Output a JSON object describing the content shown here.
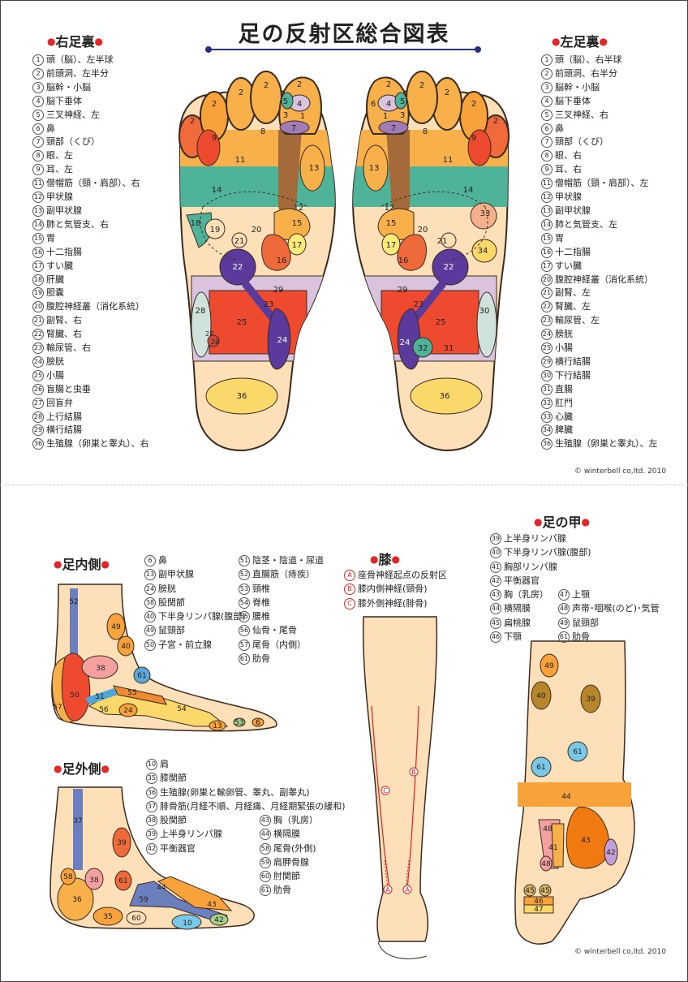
{
  "title": "足の反射区総合図表",
  "copyright": "© winterbell co,ltd. 2010",
  "sections": {
    "right_sole": "右足裏",
    "left_sole": "左足裏",
    "inner": "足内側",
    "outer": "足外側",
    "knee": "膝",
    "top": "足の甲"
  },
  "right_list": [
    {
      "n": "1",
      "t": "頭（脳）、左半球"
    },
    {
      "n": "2",
      "t": "前頭洞、左半分"
    },
    {
      "n": "3",
      "t": "脳幹・小脳"
    },
    {
      "n": "4",
      "t": "脳下垂体"
    },
    {
      "n": "5",
      "t": "三叉神経、左"
    },
    {
      "n": "6",
      "t": "鼻"
    },
    {
      "n": "7",
      "t": "頸部（くび）"
    },
    {
      "n": "8",
      "t": "眼、左"
    },
    {
      "n": "9",
      "t": "耳、左"
    },
    {
      "n": "11",
      "t": "僧帽筋（頸・肩部）、右"
    },
    {
      "n": "12",
      "t": "甲状腺"
    },
    {
      "n": "13",
      "t": "副甲状腺"
    },
    {
      "n": "14",
      "t": "肺と気管支、右"
    },
    {
      "n": "15",
      "t": "胃"
    },
    {
      "n": "16",
      "t": "十二指腸"
    },
    {
      "n": "17",
      "t": "すい臓"
    },
    {
      "n": "18",
      "t": "肝臓"
    },
    {
      "n": "19",
      "t": "胆嚢"
    },
    {
      "n": "20",
      "t": "腹腔神経叢（消化系統）"
    },
    {
      "n": "21",
      "t": "副腎、右"
    },
    {
      "n": "22",
      "t": "腎臓、右"
    },
    {
      "n": "23",
      "t": "輸尿管、右"
    },
    {
      "n": "24",
      "t": "膀胱"
    },
    {
      "n": "25",
      "t": "小腸"
    },
    {
      "n": "26",
      "t": "盲腸と虫垂"
    },
    {
      "n": "27",
      "t": "回盲弁"
    },
    {
      "n": "28",
      "t": "上行結腸"
    },
    {
      "n": "29",
      "t": "横行結腸"
    },
    {
      "n": "36",
      "t": "生殖腺（卵巣と睾丸）、右"
    }
  ],
  "left_list": [
    {
      "n": "1",
      "t": "頭（脳）、右半球"
    },
    {
      "n": "2",
      "t": "前頭洞、右半分"
    },
    {
      "n": "3",
      "t": "脳幹・小脳"
    },
    {
      "n": "4",
      "t": "脳下垂体"
    },
    {
      "n": "5",
      "t": "三叉神経、右"
    },
    {
      "n": "6",
      "t": "鼻"
    },
    {
      "n": "7",
      "t": "頸部（くび）"
    },
    {
      "n": "8",
      "t": "眼、右"
    },
    {
      "n": "9",
      "t": "耳、右"
    },
    {
      "n": "11",
      "t": "僧帽筋（頸・肩部）、左"
    },
    {
      "n": "12",
      "t": "甲状腺"
    },
    {
      "n": "13",
      "t": "副甲状腺"
    },
    {
      "n": "14",
      "t": "肺と気管支、左"
    },
    {
      "n": "15",
      "t": "胃"
    },
    {
      "n": "16",
      "t": "十二指腸"
    },
    {
      "n": "17",
      "t": "すい臓"
    },
    {
      "n": "20",
      "t": "腹腔神経叢（消化系統）"
    },
    {
      "n": "21",
      "t": "副腎、左"
    },
    {
      "n": "22",
      "t": "腎臓、左"
    },
    {
      "n": "23",
      "t": "輸尿管、左"
    },
    {
      "n": "24",
      "t": "膀胱"
    },
    {
      "n": "25",
      "t": "小腸"
    },
    {
      "n": "29",
      "t": "横行結腸"
    },
    {
      "n": "30",
      "t": "下行結腸"
    },
    {
      "n": "31",
      "t": "直腸"
    },
    {
      "n": "32",
      "t": "肛門"
    },
    {
      "n": "33",
      "t": "心臓"
    },
    {
      "n": "34",
      "t": "脾臓"
    },
    {
      "n": "36",
      "t": "生殖腺（卵巣と睾丸）、左"
    }
  ],
  "inner_list_a": [
    {
      "n": "6",
      "t": "鼻"
    },
    {
      "n": "13",
      "t": "副甲状腺"
    },
    {
      "n": "24",
      "t": "膀胱"
    },
    {
      "n": "38",
      "t": "股関節"
    },
    {
      "n": "40",
      "t": "下半身リンパ腺(腹部)"
    },
    {
      "n": "49",
      "t": "鼠頸部"
    },
    {
      "n": "50",
      "t": "子宮・前立腺"
    }
  ],
  "inner_list_b": [
    {
      "n": "51",
      "t": "陰茎・陰道・尿道"
    },
    {
      "n": "52",
      "t": "直腸筋（痔疾）"
    },
    {
      "n": "53",
      "t": "頸椎"
    },
    {
      "n": "54",
      "t": "脊椎"
    },
    {
      "n": "55",
      "t": "腰椎"
    },
    {
      "n": "56",
      "t": "仙骨・尾骨"
    },
    {
      "n": "57",
      "t": "尾骨（内側）"
    },
    {
      "n": "61",
      "t": "肋骨"
    }
  ],
  "outer_list_a": [
    {
      "n": "10",
      "t": "肩"
    },
    {
      "n": "35",
      "t": "膝関節"
    },
    {
      "n": "36",
      "t": "生殖腺(卵巣と輸卵管、睾丸、副睾丸)"
    },
    {
      "n": "37",
      "t": "腓骨筋(月経不順、月経痛、月経期緊張の緩和)"
    }
  ],
  "outer_list_b": [
    {
      "n": "38",
      "t": "股関節"
    },
    {
      "n": "39",
      "t": "上半身リンパ腺"
    },
    {
      "n": "42",
      "t": "平衡器官"
    }
  ],
  "outer_list_c": [
    {
      "n": "43",
      "t": "胸（乳房）"
    },
    {
      "n": "44",
      "t": "横隔膜"
    },
    {
      "n": "58",
      "t": "尾骨(外側)"
    },
    {
      "n": "59",
      "t": "肩胛骨腺"
    },
    {
      "n": "60",
      "t": "肘関節"
    },
    {
      "n": "61",
      "t": "肋骨"
    }
  ],
  "knee_list": [
    {
      "n": "A",
      "t": "座骨神経起点の反射区"
    },
    {
      "n": "B",
      "t": "膝内側神経(頸骨)"
    },
    {
      "n": "C",
      "t": "膝外側神経(腓骨)"
    }
  ],
  "top_list_a": [
    {
      "n": "39",
      "t": "上半身リンパ腺"
    },
    {
      "n": "40",
      "t": "下半身リンパ腺(腹部)"
    },
    {
      "n": "41",
      "t": "胸部リンパ腺"
    },
    {
      "n": "42",
      "t": "平衡器官"
    }
  ],
  "top_list_b": [
    {
      "n": "43",
      "t": "胸（乳房）"
    },
    {
      "n": "44",
      "t": "横隔膜"
    },
    {
      "n": "45",
      "t": "扁桃腺"
    },
    {
      "n": "46",
      "t": "下顎"
    }
  ],
  "top_list_c": [
    {
      "n": "47",
      "t": "上顎"
    },
    {
      "n": "48",
      "t": "声帯･咽喉(のど)･気管"
    },
    {
      "n": "49",
      "t": "鼠頸部"
    },
    {
      "n": "61",
      "t": "肋骨"
    }
  ],
  "colors": {
    "skin": "#fde0b8",
    "outline": "#3a2a20",
    "orange": "#f7a23b",
    "red": "#ee4a30",
    "purple": "#5a3a9a",
    "teal": "#4fb39a",
    "lilac": "#d9c3dd",
    "accent": "#e0282a",
    "navy": "#2a2f7a"
  }
}
